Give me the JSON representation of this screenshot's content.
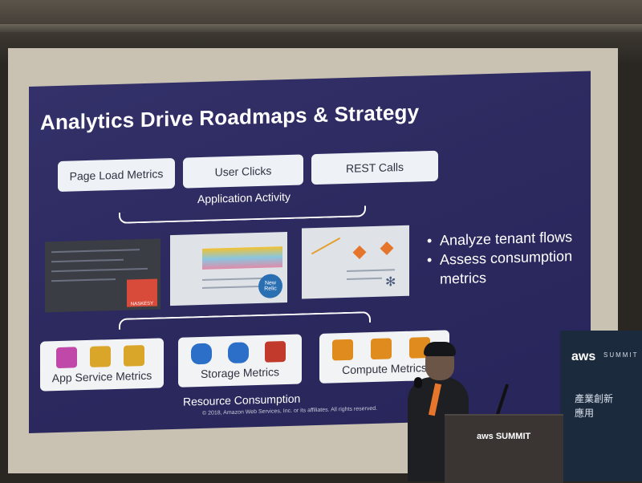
{
  "slide": {
    "title": "Analytics Drive Roadmaps & Strategy",
    "application_activity": {
      "items": [
        "Page Load Metrics",
        "User Clicks",
        "REST Calls"
      ],
      "label": "Application Activity"
    },
    "bullets": [
      "Analyze tenant flows",
      "Assess consumption metrics"
    ],
    "bullet_symbol": "•",
    "screenshot_badges": [
      "NASKESY",
      "New Relic"
    ],
    "resource_consumption": {
      "cards": [
        "App Service Metrics",
        "Storage Metrics",
        "Compute Metrics"
      ],
      "label": "Resource Consumption"
    },
    "copyright": "© 2018, Amazon Web Services, Inc. or its affiliates. All rights reserved.",
    "colors": {
      "background": "#2c2a5f",
      "pill": "#eef1f5",
      "app_icon": "#c048a8",
      "storage_icon": "#2c6fc9",
      "compute_icon": "#e08b1d"
    }
  },
  "venue": {
    "podium_logo": "aws SUMMIT",
    "banner_logo": "aws",
    "banner_sub": "SUMMIT",
    "banner_text": [
      "產業創新",
      "應用"
    ]
  }
}
